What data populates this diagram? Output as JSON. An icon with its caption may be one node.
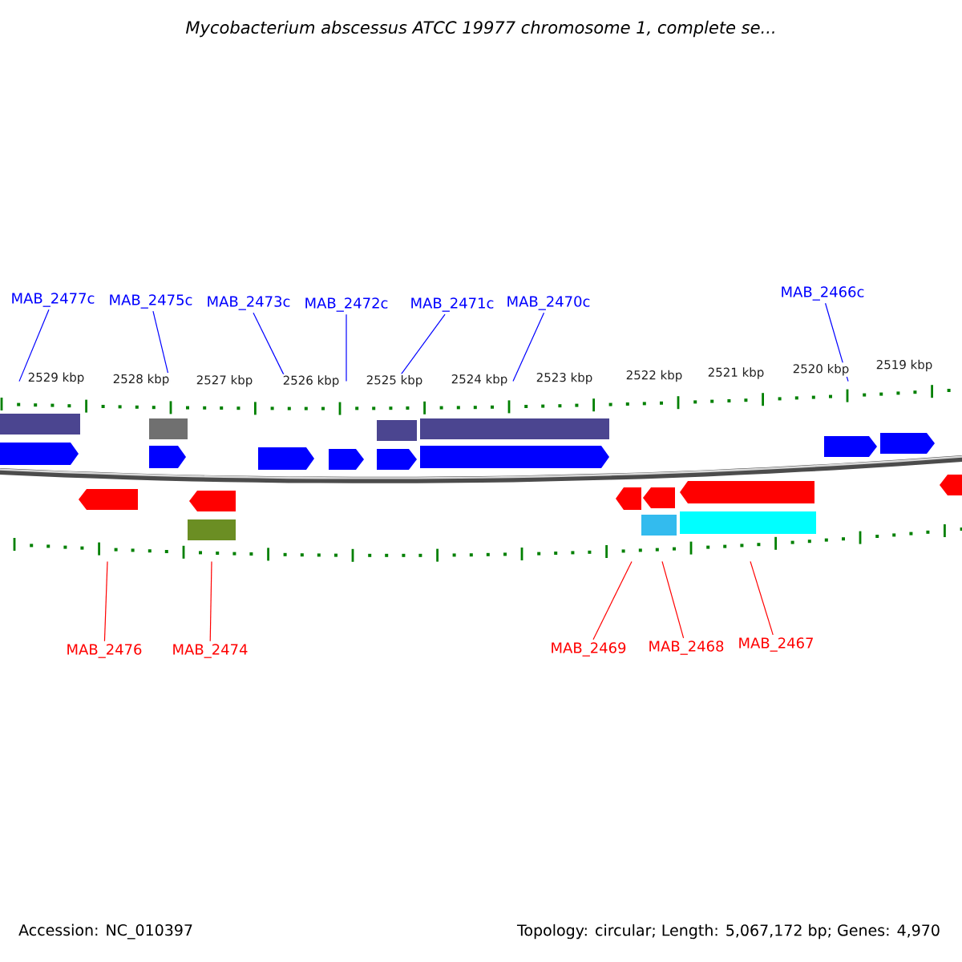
{
  "diagram": {
    "title": "Mycobacterium abscessus ATCC 19977 chromosome 1, complete se...",
    "nodes": [
      {
        "text": [
          "MAB_2477c"
        ]
      },
      {
        "text": [
          "MAB_2475c"
        ]
      },
      {
        "text": [
          "MAB_2473c"
        ]
      },
      {
        "text": [
          "MAB_2472c"
        ]
      },
      {
        "text": [
          "MAB_2471c"
        ]
      },
      {
        "text": [
          "MAB_2470c"
        ]
      },
      {
        "text": [
          "MAB_2466c"
        ]
      },
      {
        "text": [],
        "shape": "bar"
      },
      {
        "text": [],
        "shape": "bar"
      },
      {
        "text": [
          "MAB_2476"
        ]
      },
      {
        "text": [
          "MAB_2474"
        ]
      },
      {
        "text": [
          "MAB_2469"
        ]
      },
      {
        "text": [
          "MAB_2468"
        ]
      },
      {
        "text": [
          "MAB_2467"
        ]
      }
    ],
    "edges": [
      {
        "from": 0,
        "to": 7,
        "arrow": "none"
      },
      {
        "from": 1,
        "to": 7,
        "arrow": "none"
      },
      {
        "from": 2,
        "to": 7,
        "arrow": "none"
      },
      {
        "from": 3,
        "to": 7,
        "arrow": "none"
      },
      {
        "from": 4,
        "to": 7,
        "arrow": "none"
      },
      {
        "from": 5,
        "to": 7,
        "arrow": "none"
      },
      {
        "from": 6,
        "to": 7,
        "arrow": "none"
      },
      {
        "from": 9,
        "to": 8,
        "arrow": "none",
        "color": "#ff0000"
      },
      {
        "from": 10,
        "to": 8,
        "arrow": "none",
        "color": "#ff0000"
      },
      {
        "from": 11,
        "to": 8,
        "arrow": "none",
        "color": "#ff0000"
      },
      {
        "from": 12,
        "to": 8,
        "arrow": "none",
        "color": "#ff0000"
      },
      {
        "from": 13,
        "to": 8,
        "arrow": "none",
        "color": "#ff0000"
      }
    ],
    "labels": [
      "2529 kbp",
      "2528 kbp",
      "2527 kbp",
      "2526 kbp",
      "2525 kbp",
      "2524 kbp",
      "2523 kbp",
      "2522 kbp",
      "2521 kbp",
      "2520 kbp",
      "2519 kbp",
      "Accession: NC_010397",
      "Topology: circular; Length: 5,067,172 bp; Genes: 4,970"
    ]
  }
}
